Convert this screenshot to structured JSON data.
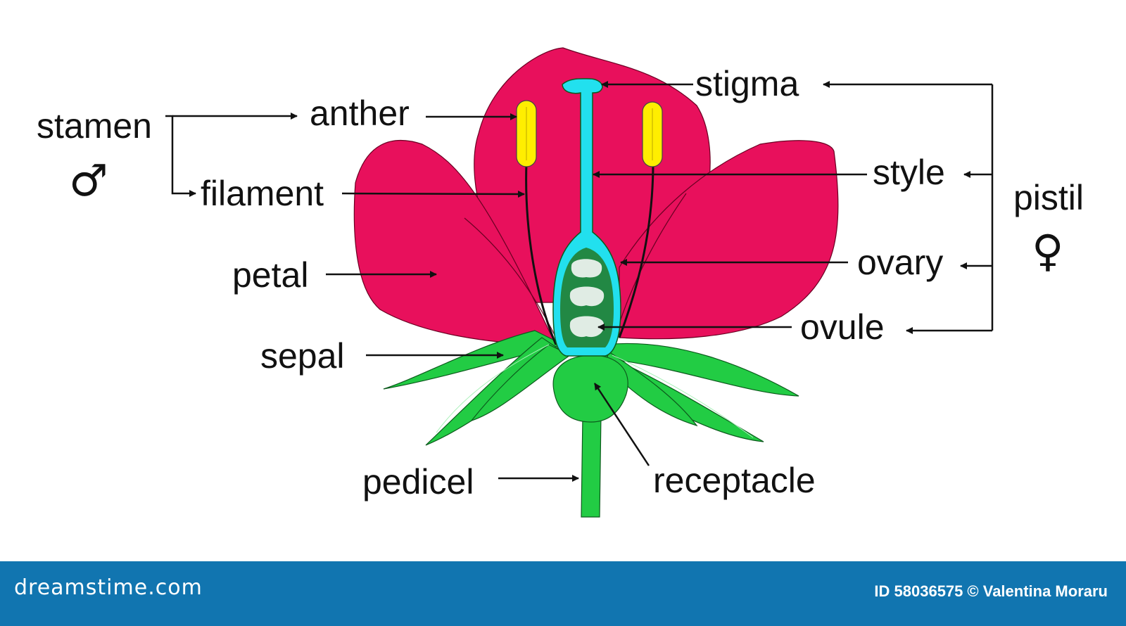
{
  "labels": {
    "stamen": "stamen",
    "anther": "anther",
    "filament": "filament",
    "petal": "petal",
    "sepal": "sepal",
    "pedicel": "pedicel",
    "receptacle": "receptacle",
    "stigma": "stigma",
    "style": "style",
    "ovary": "ovary",
    "ovule": "ovule",
    "pistil": "pistil"
  },
  "symbols": {
    "male": "♂",
    "female": "♀"
  },
  "footer": {
    "brand": "dreamstime.com",
    "id_text": "ID 58036575",
    "copyright": "© Valentina Moraru"
  },
  "colors": {
    "petal": "#e8105c",
    "sepal": "#22cc44",
    "pistil": "#22e0ee",
    "ovary_inner": "#228844",
    "ovule": "#e0ece4",
    "anther": "#ffee00",
    "footer": "#1175b0"
  }
}
